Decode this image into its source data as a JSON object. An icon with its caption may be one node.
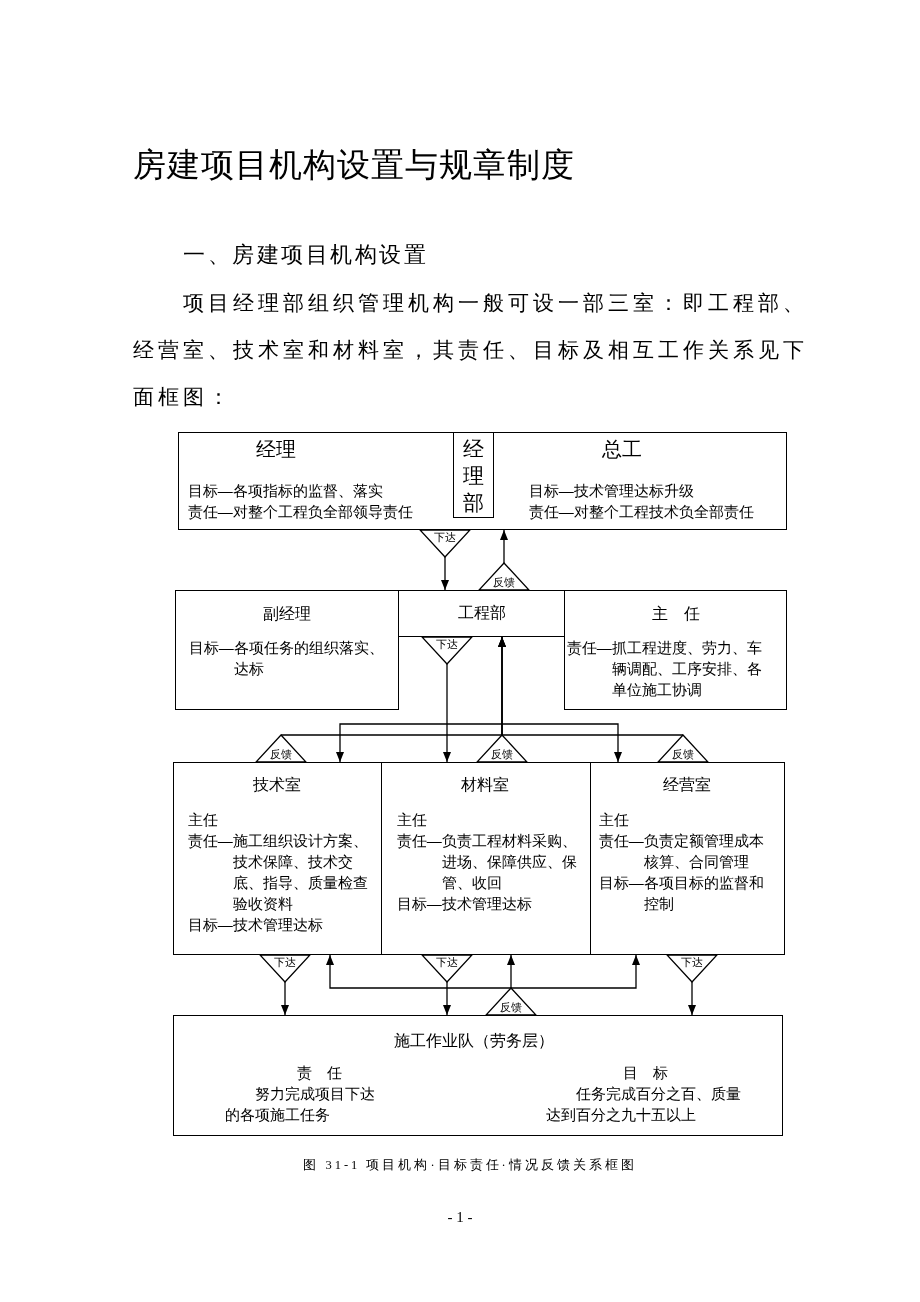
{
  "diagram": {
    "title": "房建项目机构设置与规章制度",
    "caption": "图 31-1 项目机构·目标责任·情况反馈关系框图",
    "nodes": [
      {
        "text": [
          "经理",
          "目标—各项指标的监督、落实",
          "责任—对整个工程负全部领导责任",
          "总工",
          "目标—技术管理达标升级",
          "责任—对整个工程技术负全部责任"
        ]
      },
      {
        "text": [
          "经理部"
        ],
        "in": 0
      },
      {
        "text": [
          "副经理",
          "目标—各项任务的组织落实、达标"
        ]
      },
      {
        "text": [
          "工程部"
        ]
      },
      {
        "text": [
          "主　任",
          "责任—抓工程进度、劳力、车辆调配、工序安排、各单位施工协调"
        ]
      },
      {
        "text": [
          "技术室",
          "主任",
          "责任—施工组织设计方案、技术保障、技术交底、指导、质量检查验收资料",
          "目标—技术管理达标"
        ]
      },
      {
        "text": [
          "材料室",
          "主任",
          "责任—负责工程材料采购、进场、保障供应、保管、收回",
          "目标—技术管理达标"
        ]
      },
      {
        "text": [
          "经营室",
          "主任",
          "责任—负责定额管理成本核算、合同管理",
          "目标—各项目标的监督和控制"
        ]
      },
      {
        "text": [
          "施工作业队（劳务层）",
          "责　任",
          "努力完成项目下达的各项施工任务",
          "目　标",
          "任务完成百分之百、质量达到百分之九十五以上"
        ]
      }
    ],
    "edges": [
      {
        "from": 0,
        "to": 3,
        "arrow": "to",
        "label": "下达"
      },
      {
        "from": 3,
        "to": 0,
        "arrow": "to",
        "label": "反馈"
      },
      {
        "from": 3,
        "to": 5,
        "arrow": "to"
      },
      {
        "from": 3,
        "to": 6,
        "arrow": "to",
        "label": "下达"
      },
      {
        "from": 3,
        "to": 7,
        "arrow": "to"
      },
      {
        "from": 5,
        "to": 3,
        "arrow": "to",
        "label": "反馈"
      },
      {
        "from": 6,
        "to": 3,
        "arrow": "to",
        "label": "反馈"
      },
      {
        "from": 7,
        "to": 3,
        "arrow": "to",
        "label": "反馈"
      },
      {
        "from": 5,
        "to": 8,
        "arrow": "to",
        "label": "下达"
      },
      {
        "from": 6,
        "to": 8,
        "arrow": "to",
        "label": "下达"
      },
      {
        "from": 7,
        "to": 8,
        "arrow": "to",
        "label": "下达"
      },
      {
        "from": 8,
        "to": 5,
        "arrow": "to"
      },
      {
        "from": 8,
        "to": 6,
        "arrow": "to",
        "label": "反馈"
      },
      {
        "from": 8,
        "to": 7,
        "arrow": "to"
      }
    ],
    "labels": [
      "一、房建项目机构设置",
      "项目经理部组织管理机构一般可设一部三室：即工程部、经营室、技术室和材料室，其责任、目标及相互工作关系见下面框图：",
      "- 1 -"
    ]
  }
}
